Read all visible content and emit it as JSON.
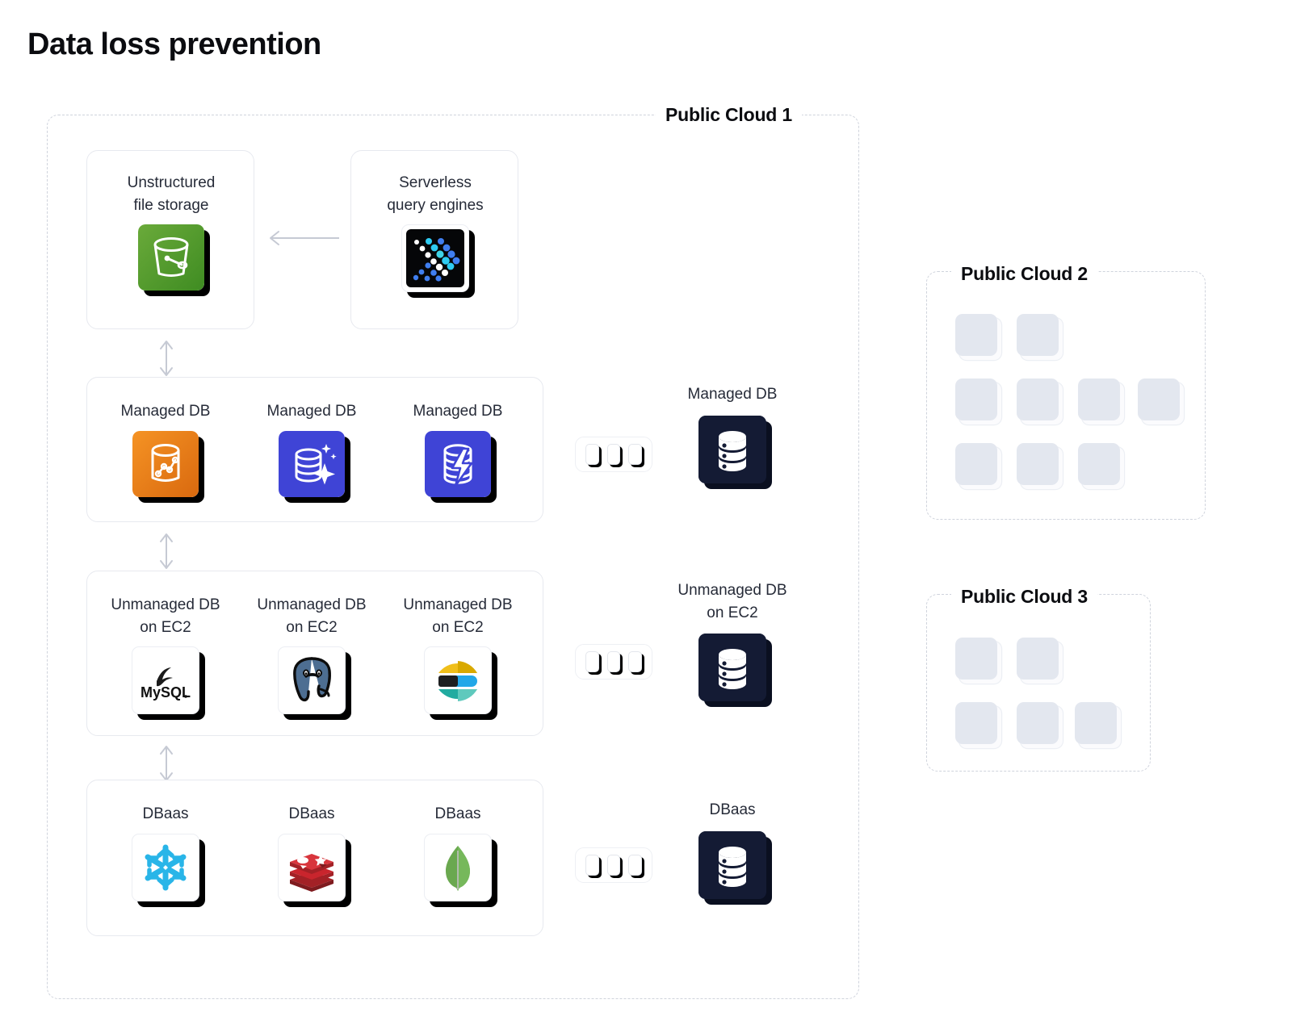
{
  "title": "Data loss prevention",
  "clouds": [
    {
      "id": "cloud1",
      "label": "Public Cloud 1"
    },
    {
      "id": "cloud2",
      "label": "Public Cloud 2"
    },
    {
      "id": "cloud3",
      "label": "Public Cloud 3"
    }
  ],
  "top_row": {
    "storage": {
      "label": "Unstructured\nfile storage",
      "icon": "s3-bucket-icon"
    },
    "query": {
      "label": "Serverless\nquery engines",
      "icon": "databricks-dots-icon"
    },
    "arrow": {
      "direction": "left",
      "name": "arrow-query-to-storage"
    }
  },
  "groups": [
    {
      "id": "managed-db",
      "items": [
        {
          "label": "Managed DB",
          "icon": "redshift-icon"
        },
        {
          "label": "Managed DB",
          "icon": "azure-sql-sparkle-icon"
        },
        {
          "label": "Managed DB",
          "icon": "database-bolt-icon"
        }
      ],
      "mini_squares": 3,
      "summary": {
        "label": "Managed DB",
        "icon": "database-stack-icon"
      }
    },
    {
      "id": "unmanaged-db",
      "items": [
        {
          "label": "Unmanaged DB\non EC2",
          "icon": "mysql-icon"
        },
        {
          "label": "Unmanaged DB\non EC2",
          "icon": "postgresql-icon"
        },
        {
          "label": "Unmanaged DB\non EC2",
          "icon": "elasticsearch-icon"
        }
      ],
      "mini_squares": 3,
      "summary": {
        "label": "Unmanaged DB\non EC2",
        "icon": "database-stack-icon"
      }
    },
    {
      "id": "dbaas",
      "items": [
        {
          "label": "DBaas",
          "icon": "snowflake-icon"
        },
        {
          "label": "DBaas",
          "icon": "redis-icon"
        },
        {
          "label": "DBaas",
          "icon": "mongodb-leaf-icon"
        }
      ],
      "mini_squares": 3,
      "summary": {
        "label": "DBaas",
        "icon": "database-stack-icon"
      }
    }
  ],
  "connectors": [
    {
      "name": "arrow-storage-to-managed",
      "type": "double-vertical"
    },
    {
      "name": "arrow-managed-to-unmanaged",
      "type": "double-vertical"
    },
    {
      "name": "arrow-unmanaged-to-dbaas",
      "type": "double-vertical"
    }
  ],
  "cloud2_rows": [
    2,
    4,
    3
  ],
  "cloud3_rows": [
    2,
    3
  ],
  "colors": {
    "accent_green": "#4f9a2c",
    "accent_orange": "#e8821a",
    "accent_blue": "#3f44d6",
    "accent_navy": "#141b34",
    "accent_red": "#c9252d",
    "accent_cyan": "#29b5e8",
    "accent_teal": "#22aba0",
    "accent_yellow": "#f0bf1a",
    "placeholder": "#e3e7ef",
    "dashed_border": "#cfd3dc",
    "card_border": "#e7e9ef",
    "arrow": "#c6cad4",
    "text": "#262b38"
  }
}
